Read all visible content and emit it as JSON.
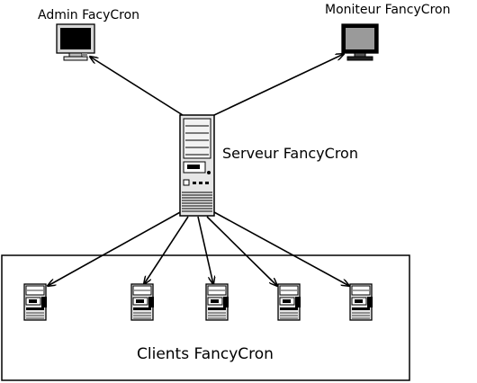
{
  "nodes": {
    "admin": {
      "label": "Admin FacyCron",
      "icon": "monitor-black-screen-icon"
    },
    "moniteur": {
      "label": "Moniteur FancyCron",
      "icon": "monitor-grey-screen-icon"
    },
    "serveur": {
      "label": "Serveur FancyCron",
      "icon": "tower-server-icon"
    },
    "clients": {
      "label": "Clients FancyCron",
      "count": 5,
      "icon": "client-computer-icon"
    }
  },
  "edges": [
    {
      "from": "serveur",
      "to": "admin"
    },
    {
      "from": "serveur",
      "to": "moniteur"
    },
    {
      "from": "serveur",
      "to": "client-1"
    },
    {
      "from": "serveur",
      "to": "client-2"
    },
    {
      "from": "serveur",
      "to": "client-3"
    },
    {
      "from": "serveur",
      "to": "client-4"
    },
    {
      "from": "serveur",
      "to": "client-5"
    }
  ]
}
